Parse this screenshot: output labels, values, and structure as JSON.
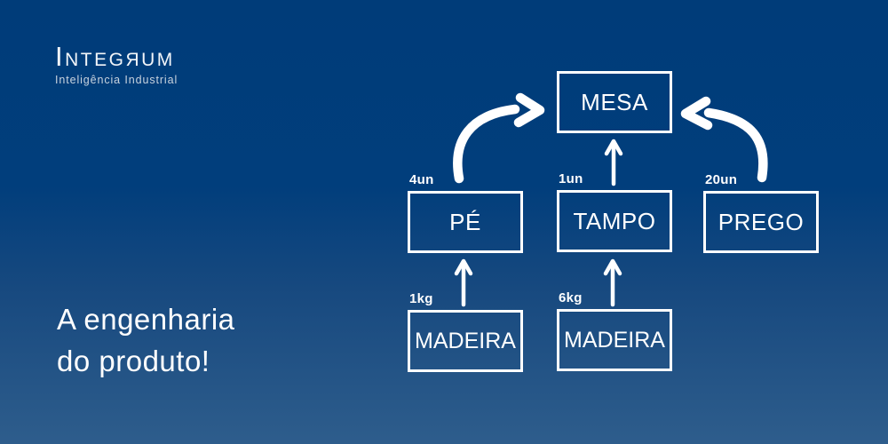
{
  "brand": {
    "wordmark": "INTEGЯUM",
    "subtitle": "Inteligência Industrial"
  },
  "tagline": {
    "line1": "A engenharia",
    "line2": "do produto!"
  },
  "colors": {
    "background_top": "#003c79",
    "background_bottom": "#2e5d8c",
    "box_border": "#ffffff",
    "text": "#ffffff"
  },
  "diagram": {
    "type": "product-structure-tree",
    "nodes": {
      "mesa": {
        "label": "MESA"
      },
      "pe": {
        "label": "PÉ",
        "qty": "4un"
      },
      "tampo": {
        "label": "TAMPO",
        "qty": "1un"
      },
      "prego": {
        "label": "PREGO",
        "qty": "20un"
      },
      "madeira1": {
        "label": "MADEIRA",
        "qty": "1kg"
      },
      "madeira2": {
        "label": "MADEIRA",
        "qty": "6kg"
      }
    },
    "edges": [
      {
        "from": "PÉ",
        "to": "MESA",
        "style": "curved"
      },
      {
        "from": "TAMPO",
        "to": "MESA",
        "style": "straight"
      },
      {
        "from": "PREGO",
        "to": "MESA",
        "style": "curved"
      },
      {
        "from": "MADEIRA (1kg)",
        "to": "PÉ",
        "style": "straight"
      },
      {
        "from": "MADEIRA (6kg)",
        "to": "TAMPO",
        "style": "straight"
      }
    ]
  }
}
